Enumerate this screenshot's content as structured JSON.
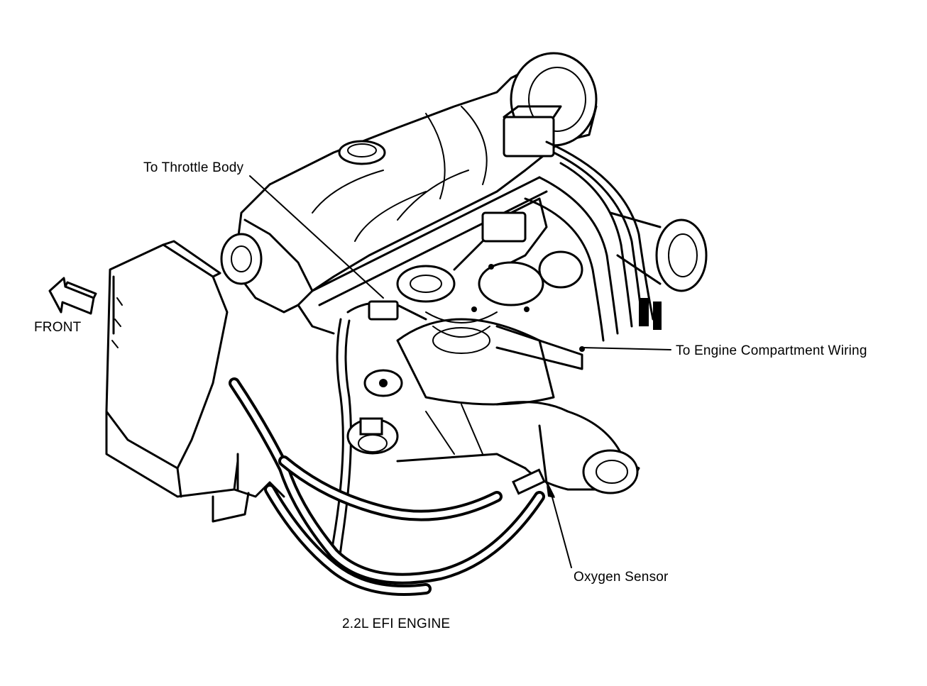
{
  "diagram": {
    "labels": {
      "throttle_body": "To Throttle Body",
      "front": "FRONT",
      "engine_compartment_wiring": "To Engine Compartment Wiring",
      "oxygen_sensor": "Oxygen Sensor",
      "caption": "2.2L EFI ENGINE"
    },
    "colors": {
      "ink": "#000000",
      "paper": "#ffffff"
    },
    "icons": {
      "front_arrow": "front-arrow-icon"
    }
  }
}
